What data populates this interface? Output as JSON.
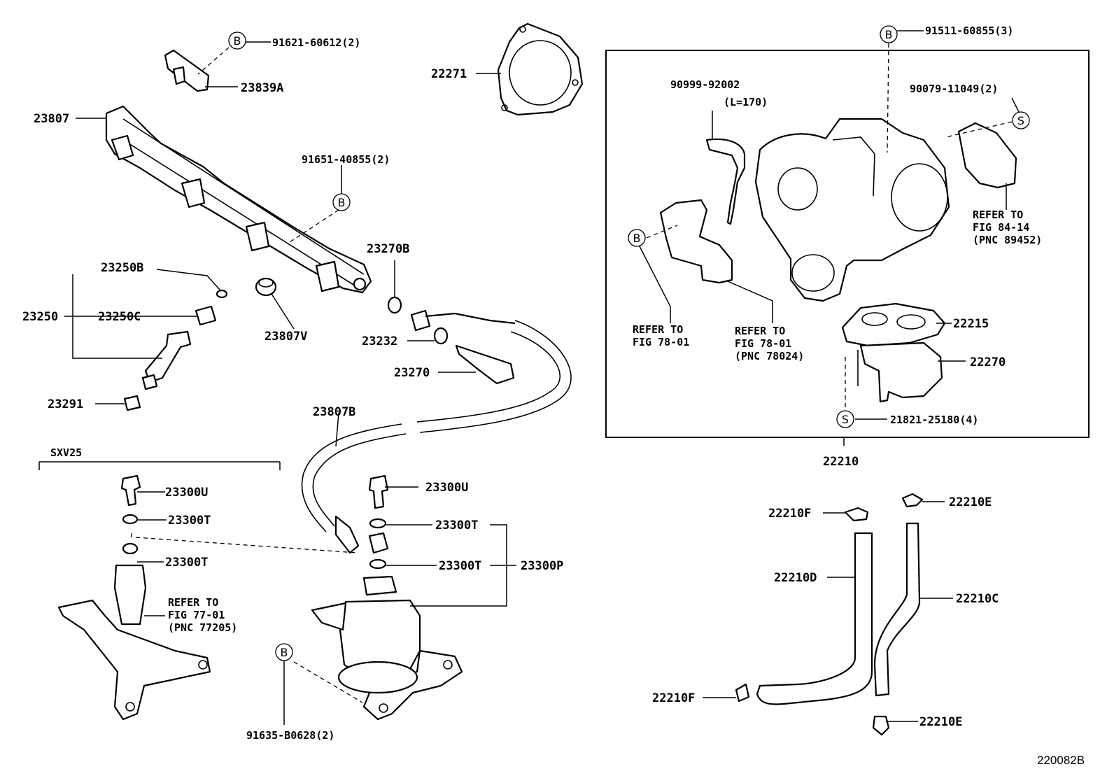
{
  "diagram_id": "220082B",
  "sxv25_label": "SXV25",
  "callouts": {
    "c_91621": "B",
    "c_91651": "B",
    "c_91511": "B",
    "c_bracket_ref": "B",
    "c_90079": "S",
    "c_21821": "S",
    "c_91635": "B"
  },
  "labels": {
    "p_91621": "91621-60612(2)",
    "p_23839A": "23839A",
    "p_22271": "22271",
    "p_23807": "23807",
    "p_91651": "91651-40855(2)",
    "p_23270B": "23270B",
    "p_23250B": "23250B",
    "p_23250": "23250",
    "p_23250C": "23250C",
    "p_23807V": "23807V",
    "p_23232": "23232",
    "p_23270": "23270",
    "p_23291": "23291",
    "p_23807B": "23807B",
    "p_23300U_left": "23300U",
    "p_23300T_left1": "23300T",
    "p_23300T_left2": "23300T",
    "p_23300U_mid": "23300U",
    "p_23300T_mid1": "23300T",
    "p_23300T_mid2": "23300T",
    "p_23300P": "23300P",
    "p_91635": "91635-B0628(2)",
    "p_91511": "91511-60855(3)",
    "p_90999": "90999-92002",
    "p_l170": "(L=170)",
    "p_90079": "90079-11049(2)",
    "p_22215": "22215",
    "p_22270": "22270",
    "p_21821": "21821-25180(4)",
    "p_22210": "22210",
    "p_22210F_top": "22210F",
    "p_22210E_top": "22210E",
    "p_22210D": "22210D",
    "p_22210C": "22210C",
    "p_22210F_bot": "22210F",
    "p_22210E_bot": "22210E"
  },
  "references": {
    "ref_84_14": [
      "REFER TO",
      "FIG 84-14",
      "(PNC 89452)"
    ],
    "ref_78_01_a": [
      "REFER TO",
      "FIG 78-01"
    ],
    "ref_78_01_b": [
      "REFER TO",
      "FIG 78-01",
      "(PNC 78024)"
    ],
    "ref_77_01": [
      "REFER TO",
      "FIG 77-01",
      "(PNC 77205)"
    ]
  }
}
